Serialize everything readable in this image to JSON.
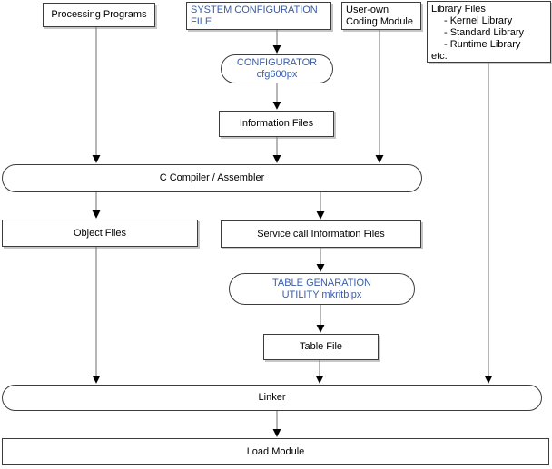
{
  "colors": {
    "accent_blue": "#3A5DA8",
    "box_border": "#3c3c3c",
    "connector_gray": "#6e6e6e",
    "background": "#ffffff"
  },
  "nodes": {
    "processing_programs": {
      "label": "Processing Programs"
    },
    "system_configuration_file": {
      "lines": [
        "SYSTEM CONFIGURATION",
        "FILE"
      ]
    },
    "user_own_coding_module": {
      "lines": [
        "User-own",
        "Coding Module"
      ]
    },
    "library_files": {
      "lines": [
        "Library Files",
        "- Kernel Library",
        "- Standard Library",
        "- Runtime Library",
        "etc."
      ]
    },
    "configurator": {
      "lines": [
        "CONFIGURATOR",
        "cfg600px"
      ]
    },
    "information_files": {
      "label": "Information Files"
    },
    "c_compiler_assembler": {
      "label": "C Compiler / Assembler"
    },
    "object_files": {
      "label": "Object Files"
    },
    "service_call_information_files": {
      "label": "Service call Information Files"
    },
    "table_generation_utility": {
      "lines": [
        "TABLE GENARATION",
        "UTILITY mkritblpx"
      ]
    },
    "table_file": {
      "label": "Table File"
    },
    "linker": {
      "label": "Linker"
    },
    "load_module": {
      "label": "Load Module"
    }
  },
  "edges": [
    {
      "from": "processing_programs",
      "to": "c_compiler_assembler"
    },
    {
      "from": "system_configuration_file",
      "to": "configurator"
    },
    {
      "from": "configurator",
      "to": "information_files"
    },
    {
      "from": "information_files",
      "to": "c_compiler_assembler"
    },
    {
      "from": "user_own_coding_module",
      "to": "c_compiler_assembler"
    },
    {
      "from": "library_files",
      "to": "linker"
    },
    {
      "from": "c_compiler_assembler",
      "to": "object_files"
    },
    {
      "from": "c_compiler_assembler",
      "to": "service_call_information_files"
    },
    {
      "from": "object_files",
      "to": "linker"
    },
    {
      "from": "service_call_information_files",
      "to": "table_generation_utility"
    },
    {
      "from": "table_generation_utility",
      "to": "table_file"
    },
    {
      "from": "table_file",
      "to": "linker"
    },
    {
      "from": "linker",
      "to": "load_module"
    }
  ]
}
